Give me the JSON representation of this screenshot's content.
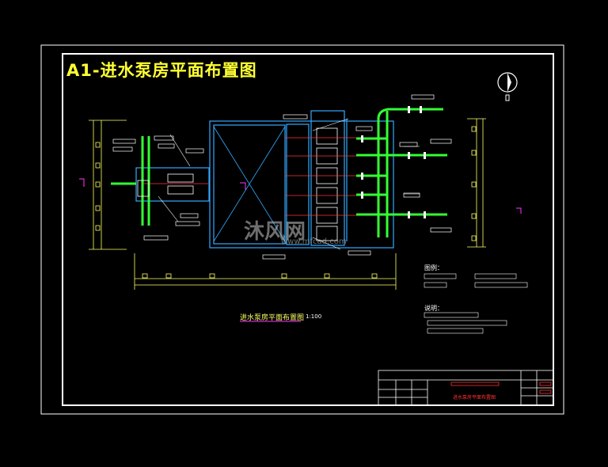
{
  "drawing": {
    "title": "A1-进水泵房平面布置图",
    "plan_subtitle": "进水泵房平面布置图",
    "plan_scale": "1:100",
    "legend_heading": "图例：",
    "notes_heading": "说明：",
    "titleblock_drawing_name": "进水泵房平面布置图"
  },
  "watermark": {
    "brand": "沐风网",
    "url": "www.mfcad.com"
  },
  "colors": {
    "background": "#000000",
    "frame": "#ffffff",
    "title": "#ffff33",
    "wall": "#33aaff",
    "pipe": "#33ff33",
    "red": "#ff3333",
    "magenta": "#ff33ff"
  }
}
